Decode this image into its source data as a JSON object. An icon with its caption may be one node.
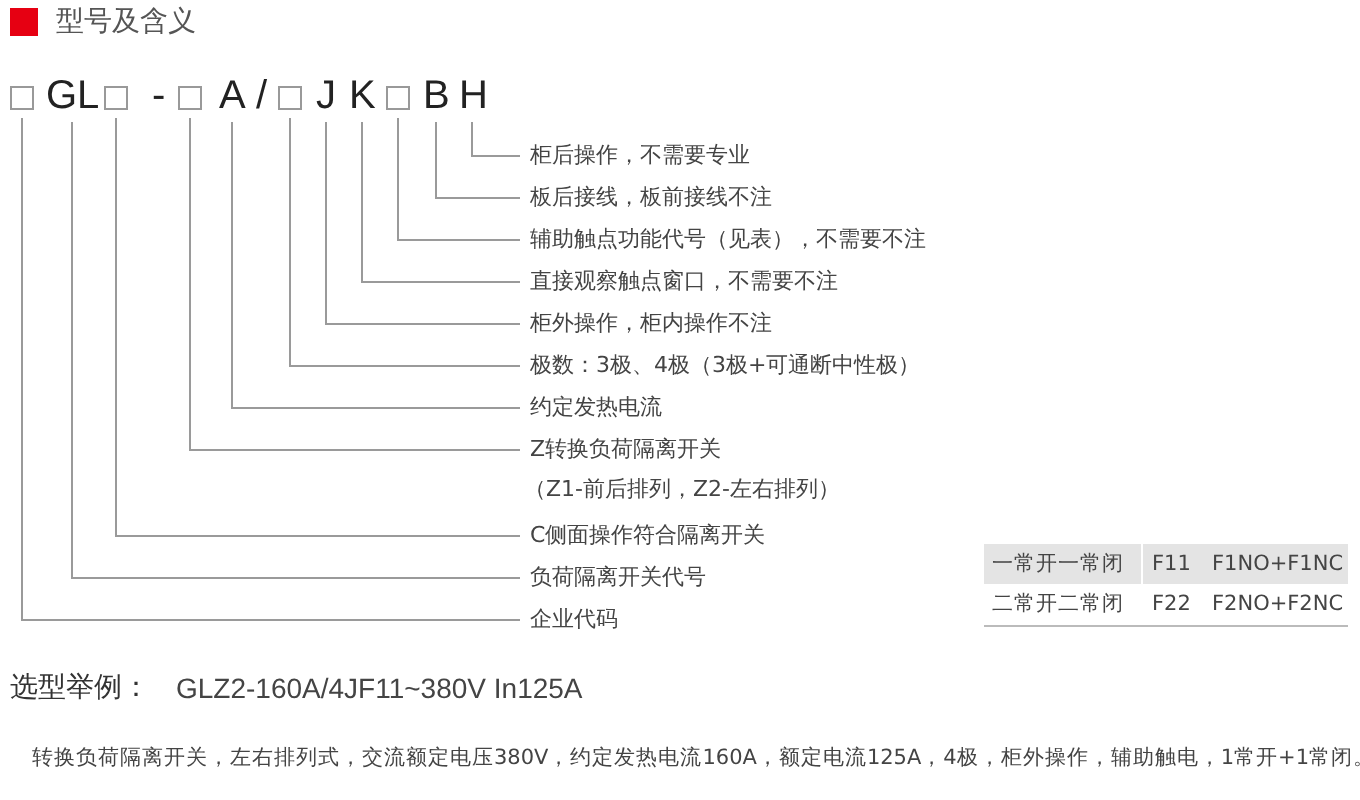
{
  "diagram": {
    "title": "型号及含义",
    "nodes": [
      {
        "text": [],
        "shape": "box"
      },
      {
        "text": [
          "GL"
        ]
      },
      {
        "text": [],
        "shape": "box"
      },
      {
        "text": [],
        "shape": "box"
      },
      {
        "text": [
          "A"
        ]
      },
      {
        "text": [],
        "shape": "box"
      },
      {
        "text": [
          "J"
        ]
      },
      {
        "text": [
          "K"
        ]
      },
      {
        "text": [],
        "shape": "box"
      },
      {
        "text": [
          "B"
        ]
      },
      {
        "text": [
          "H"
        ]
      },
      {
        "text": [
          "柜后操作，不需要专业"
        ]
      },
      {
        "text": [
          "板后接线，板前接线不注"
        ]
      },
      {
        "text": [
          "辅助触点功能代号（见表），不需要不注"
        ]
      },
      {
        "text": [
          "直接观察触点窗口，不需要不注"
        ]
      },
      {
        "text": [
          "柜外操作，柜内操作不注"
        ]
      },
      {
        "text": [
          "极数：3极、4极（3极+可通断中性极）"
        ]
      },
      {
        "text": [
          "约定发热电流"
        ]
      },
      {
        "text": [
          "Z转换负荷隔离开关",
          "（Z1-前后排列，Z2-左右排列）"
        ]
      },
      {
        "text": [
          "C侧面操作符合隔离开关"
        ]
      },
      {
        "text": [
          "负荷隔离开关代号"
        ]
      },
      {
        "text": [
          "企业代码"
        ]
      }
    ],
    "edges": [
      {
        "from": 11,
        "to": 10,
        "arrow": "none"
      },
      {
        "from": 12,
        "to": 9,
        "arrow": "none"
      },
      {
        "from": 13,
        "to": 8,
        "arrow": "none"
      },
      {
        "from": 14,
        "to": 7,
        "arrow": "none"
      },
      {
        "from": 15,
        "to": 6,
        "arrow": "none"
      },
      {
        "from": 16,
        "to": 5,
        "arrow": "none"
      },
      {
        "from": 17,
        "to": 4,
        "arrow": "none"
      },
      {
        "from": 18,
        "to": 3,
        "arrow": "none"
      },
      {
        "from": 19,
        "to": 2,
        "arrow": "none"
      },
      {
        "from": 20,
        "to": 1,
        "arrow": "none"
      },
      {
        "from": 21,
        "to": 0,
        "arrow": "none"
      }
    ],
    "labels": [
      "-",
      "/",
      "一常开一常闭",
      "F11",
      "F1NO+F1NC",
      "二常开二常闭",
      "F22",
      "F2NO+F2NC",
      "选型举例：",
      "GLZ2-160A/4JF11~380V In125A",
      "转换负荷隔离开关，左右排列式，交流额定电压380V，约定发热电流160A，额定电流125A，4极，柜外操作，辅助触电，1常开+1常闭。"
    ]
  }
}
